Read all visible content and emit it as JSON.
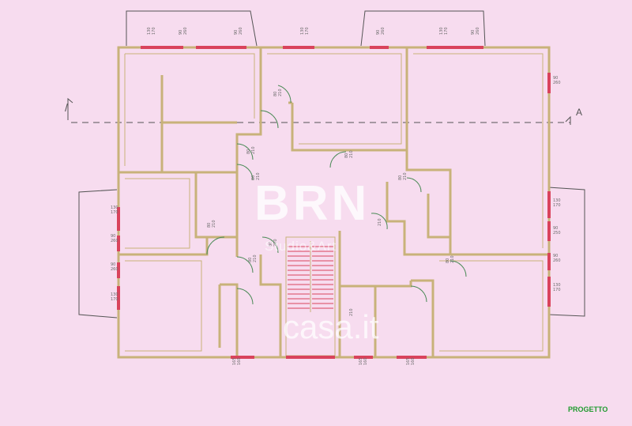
{
  "labels": {
    "progetto": "PROGETTO",
    "section_left": "/",
    "section_right": "A"
  },
  "watermark": {
    "brand": "BRN",
    "sub": "Studio&Art",
    "site": "casa.it"
  },
  "dimensions": {
    "d1": [
      "130",
      "170"
    ],
    "d2": [
      "90",
      "260"
    ],
    "d3": [
      "90",
      "260"
    ],
    "d4": [
      "130",
      "170"
    ],
    "d5": [
      "90",
      "260"
    ],
    "d6": [
      "130",
      "170"
    ],
    "d7": [
      "90",
      "260"
    ],
    "d8": [
      "90",
      "260"
    ],
    "d9": [
      "90",
      "260"
    ],
    "d10": [
      "130",
      "170"
    ],
    "d11": [
      "90",
      "250"
    ],
    "d12": [
      "90",
      "260"
    ],
    "d13": [
      "130",
      "170"
    ],
    "d14": [
      "130",
      "170"
    ],
    "d15": [
      "90",
      "260"
    ],
    "d16": [
      "130",
      "170"
    ],
    "d17": [
      "80",
      "210"
    ],
    "d18": [
      "80",
      "210"
    ],
    "d19": [
      "80",
      "210"
    ],
    "d20": [
      "80",
      "210"
    ],
    "d21": [
      "80",
      "210"
    ],
    "d22": [
      "80",
      "210"
    ],
    "d23": [
      "80",
      "210"
    ],
    "d24": [
      "80",
      "210"
    ],
    "d25": [
      "80",
      "210"
    ],
    "d26": [
      "165",
      "160"
    ],
    "d27": [
      "165",
      "160"
    ],
    "d28": [
      "165",
      "160"
    ],
    "d29": [
      "210"
    ],
    "d30": [
      "210"
    ]
  },
  "colors": {
    "background": "#f7dcef",
    "wall": "#c8b27a",
    "window": "#d9435c",
    "door": "#4a8a56",
    "axis": "#555555"
  }
}
